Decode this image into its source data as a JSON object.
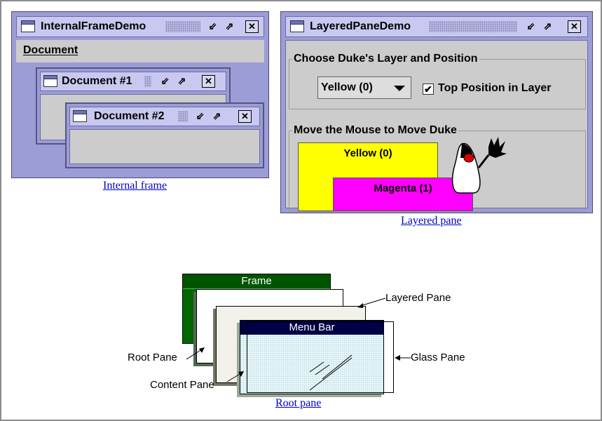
{
  "internal_frame_demo": {
    "title": "InternalFrameDemo",
    "menu": "Document",
    "doc1_title": "Document #1",
    "doc2_title": "Document #2",
    "caption": "Internal frame"
  },
  "layered_pane_demo": {
    "title": "LayeredPaneDemo",
    "group1_label": "Choose Duke's Layer and Position",
    "combo_value": "Yellow (0)",
    "checkbox_label": "Top Position in Layer",
    "checkbox_checked": true,
    "group2_label": "Move the Mouse to Move Duke",
    "yellow_label": "Yellow (0)",
    "magenta_label": "Magenta (1)",
    "caption": "Layered pane"
  },
  "root_pane_diagram": {
    "frame_label": "Frame",
    "menubar_label": "Menu Bar",
    "layered_pane_label": "Layered Pane",
    "root_pane_label": "Root Pane",
    "glass_pane_label": "Glass Pane",
    "content_pane_label": "Content Pane",
    "caption": "Root pane"
  },
  "colors": {
    "metal_purple": "#9c9cd6",
    "panel_gray": "#cccccc",
    "yellow": "#ffff00",
    "magenta": "#ff00ff",
    "frame_green": "#006600",
    "menubar_navy": "#000044",
    "link_blue": "#0000cc"
  }
}
